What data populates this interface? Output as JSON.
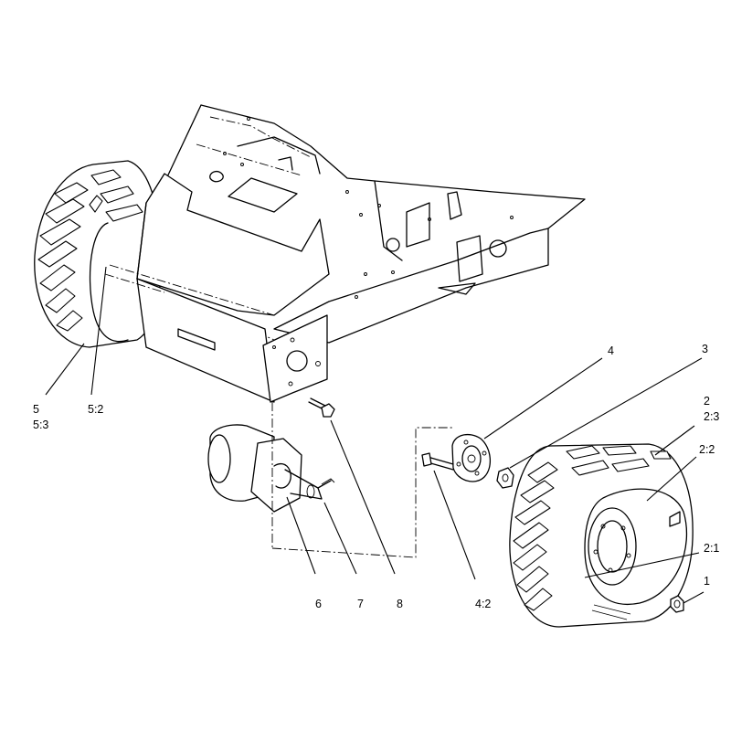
{
  "callouts": {
    "c1": "1",
    "c2": "2",
    "c2_1": "2:1",
    "c2_2": "2:2",
    "c2_3": "2:3",
    "c3": "3",
    "c4": "4",
    "c4_2": "4:2",
    "c5": "5",
    "c5_2": "5:2",
    "c5_3": "5:3",
    "c6": "6",
    "c7": "7",
    "c8": "8"
  }
}
